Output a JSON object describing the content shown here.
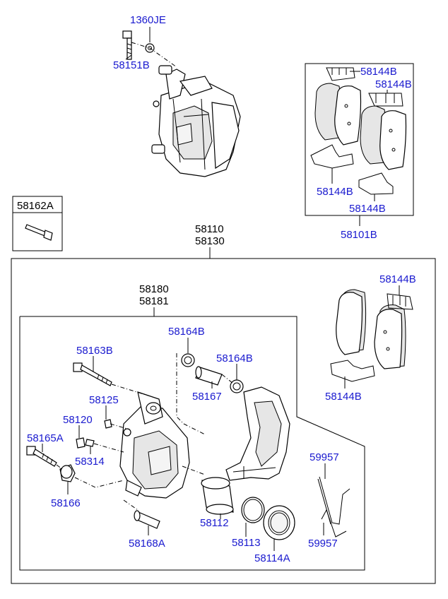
{
  "labels": {
    "l1360je": "1360JE",
    "l58151b": "58151B",
    "l58162a": "58162A",
    "l58144b_1": "58144B",
    "l58144b_2": "58144B",
    "l58144b_3": "58144B",
    "l58144b_4": "58144B",
    "l58101b": "58101B",
    "l58110": "58110",
    "l58130": "58130",
    "l58180": "58180",
    "l58181": "58181",
    "l58144b_5": "58144B",
    "l58144b_6": "58144B",
    "l58164b_1": "58164B",
    "l58163b": "58163B",
    "l58164b_2": "58164B",
    "l58167": "58167",
    "l58125": "58125",
    "l58120": "58120",
    "l58165a": "58165A",
    "l58314": "58314",
    "l58166": "58166",
    "l58112": "58112",
    "l58113": "58113",
    "l58114a": "58114A",
    "l58168a": "58168A",
    "l59957_1": "59957",
    "l59957_2": "59957"
  },
  "colors": {
    "label": "#1a1acf",
    "line": "#000000"
  }
}
